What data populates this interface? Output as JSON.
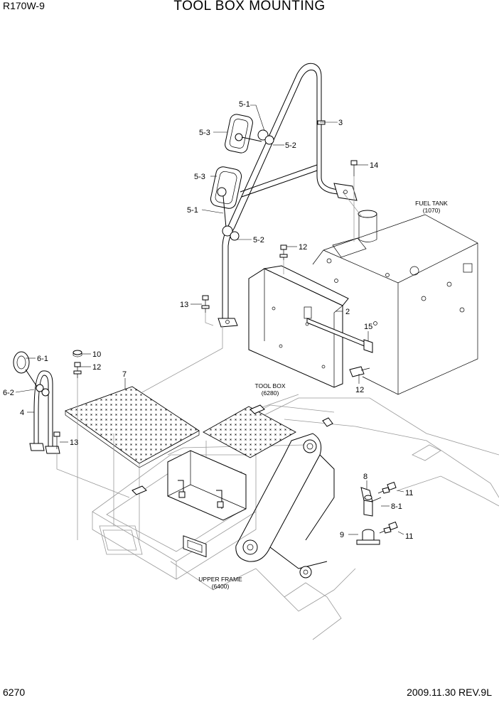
{
  "header": {
    "model": "R170W-9",
    "title": "TOOL BOX MOUNTING"
  },
  "footer": {
    "page_number": "6270",
    "date_revision": "2009.11.30  REV.9L"
  },
  "references": {
    "fuel_tank": [
      "FUEL TANK",
      "(1070)"
    ],
    "tool_box": [
      "TOOL BOX",
      "(6280)"
    ],
    "upper_frame": [
      "UPPER FRAME",
      "(6400)"
    ]
  },
  "callouts": {
    "c2": "2",
    "c3": "3",
    "c4": "4",
    "c5_1a": "5-1",
    "c5_1b": "5-1",
    "c5_2a": "5-2",
    "c5_2b": "5-2",
    "c5_3a": "5-3",
    "c5_3b": "5-3",
    "c6_1": "6-1",
    "c6_2": "6-2",
    "c7": "7",
    "c8": "8",
    "c8_1": "8-1",
    "c9": "9",
    "c10": "10",
    "c11a": "11",
    "c11b": "11",
    "c12a": "12",
    "c12b": "12",
    "c12c": "12",
    "c13a": "13",
    "c13b": "13",
    "c14": "14",
    "c15": "15"
  },
  "colors": {
    "line": "#000000",
    "ghost": "#999999",
    "background": "#ffffff"
  }
}
